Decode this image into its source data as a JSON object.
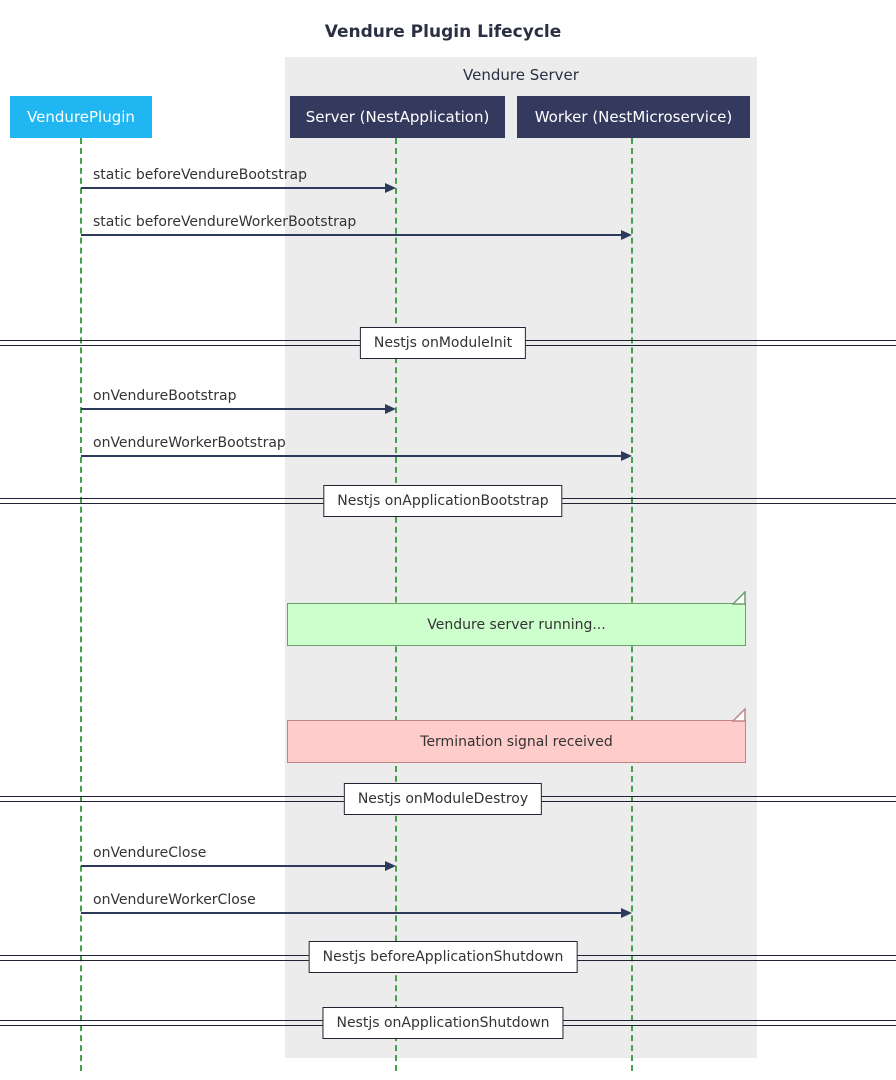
{
  "title": "Vendure Plugin Lifecycle",
  "group": {
    "label": "Vendure Server",
    "members": [
      "Server (NestApplication)",
      "Worker (NestMicroservice)"
    ]
  },
  "participants": [
    {
      "id": "vendure-plugin",
      "label": "VendurePlugin"
    },
    {
      "id": "server",
      "label": "Server (NestApplication)"
    },
    {
      "id": "worker",
      "label": "Worker (NestMicroservice)"
    }
  ],
  "messages": [
    {
      "label": "static beforeVendureBootstrap",
      "from": "VendurePlugin",
      "to": "Server (NestApplication)"
    },
    {
      "label": "static beforeVendureWorkerBootstrap",
      "from": "VendurePlugin",
      "to": "Worker (NestMicroservice)"
    },
    {
      "label": "onVendureBootstrap",
      "from": "VendurePlugin",
      "to": "Server (NestApplication)"
    },
    {
      "label": "onVendureWorkerBootstrap",
      "from": "VendurePlugin",
      "to": "Worker (NestMicroservice)"
    },
    {
      "label": "onVendureClose",
      "from": "VendurePlugin",
      "to": "Server (NestApplication)"
    },
    {
      "label": "onVendureWorkerClose",
      "from": "VendurePlugin",
      "to": "Worker (NestMicroservice)"
    }
  ],
  "dividers": [
    {
      "label": "Nestjs onModuleInit"
    },
    {
      "label": "Nestjs onApplicationBootstrap"
    },
    {
      "label": "Nestjs onModuleDestroy"
    },
    {
      "label": "Nestjs beforeApplicationShutdown"
    },
    {
      "label": "Nestjs onApplicationShutdown"
    }
  ],
  "notes": [
    {
      "label": "Vendure server running...",
      "color": "green",
      "over": [
        "Server (NestApplication)",
        "Worker (NestMicroservice)"
      ]
    },
    {
      "label": "Termination signal received",
      "color": "pink",
      "over": [
        "Server (NestApplication)",
        "Worker (NestMicroservice)"
      ]
    }
  ],
  "colors": {
    "plugin_actor": "#20b6f2",
    "dark_actor": "#343a5e",
    "lifeline": "#44a24a",
    "arrow": "#2e3a5c",
    "ink": "#333333",
    "title_ink": "#2b2f42",
    "group_bg": "#ececec",
    "divider_border": "#222233",
    "note_green_bg": "#ccffcc",
    "note_green_border": "#6b9e6b",
    "note_pink_bg": "#ffcccc",
    "note_pink_border": "#c08484"
  }
}
